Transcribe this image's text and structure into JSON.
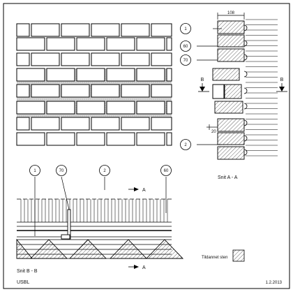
{
  "drawing": {
    "company": "USBL",
    "date": "1.2.2013",
    "dimension_width": "108",
    "dimension_offset": "20",
    "section_aa": {
      "title": "Snit A - A",
      "cut_marker": "B"
    },
    "section_bb": {
      "title": "Snit B - B",
      "cut_marker": "A"
    },
    "legend": {
      "label": "Tildannet sten"
    },
    "callouts": {
      "c1": "1",
      "c60": "60",
      "c70": "70",
      "c2": "2"
    }
  }
}
